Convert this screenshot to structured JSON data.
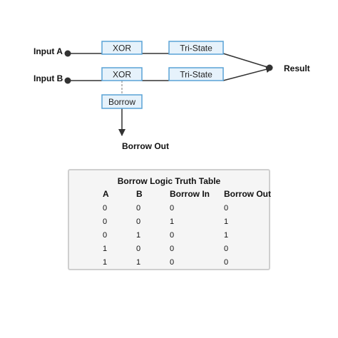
{
  "inputs": {
    "a": "Input A",
    "b": "Input B"
  },
  "gates": {
    "xor_top": "XOR",
    "xor_bottom": "XOR",
    "tristate_top": "Tri-State",
    "tristate_bottom": "Tri-State",
    "borrow": "Borrow"
  },
  "outputs": {
    "result": "Result",
    "borrow_out": "Borrow Out"
  },
  "truth_table": {
    "title": "Borrow Logic Truth Table",
    "headers": [
      "A",
      "B",
      "Borrow In",
      "Borrow Out"
    ],
    "rows": [
      [
        "0",
        "0",
        "0",
        "0"
      ],
      [
        "0",
        "0",
        "1",
        "1"
      ],
      [
        "0",
        "1",
        "0",
        "1"
      ],
      [
        "1",
        "0",
        "0",
        "0"
      ],
      [
        "1",
        "1",
        "0",
        "0"
      ]
    ]
  },
  "colors": {
    "box_fill": "#e6f2fb",
    "box_stroke": "#5aa3d6",
    "wire": "#333333",
    "table_bg": "#f5f5f5"
  }
}
